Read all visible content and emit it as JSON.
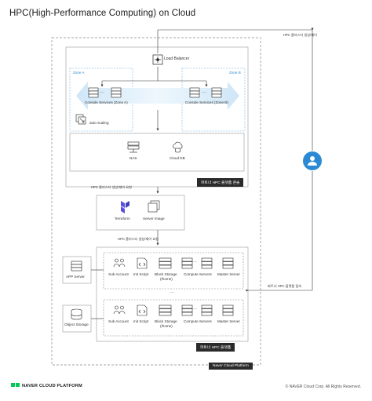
{
  "title": "HPC(High-Performance Computing) on Cloud",
  "top_right_label": "HPC 클러스터 생성/제어",
  "load_balancer": "Load Balancer",
  "zone_a": "Zone A",
  "zone_b": "Zone B",
  "console_a": "Console Services (Zone A)",
  "console_b": "Console Services (Zone B)",
  "ellipsis": "···",
  "auto_scaling": "auto scaling",
  "nas": "NAS",
  "cloud_db": "Cloud DB",
  "partner_console_tag": "파트너 HPC 플랫폼 콘솔",
  "request_label_1": "HPC 클러스터 생성/제어 요청",
  "terraform": "Terraform",
  "server_image": "Server Image",
  "request_label_2": "HPC 클러스터 생성/제어 요청",
  "app_server": "APP Server",
  "object_storage": "Object Storage",
  "access_label": "파트너 HPC 플랫폼 접속",
  "cluster_items": {
    "sub_account": "Sub Account",
    "init_script": "Init Script",
    "block_storage_1": "Block Storage",
    "block_storage_2": "(/home)",
    "compute_servers": "Compute Servers",
    "master_server": "Master Server"
  },
  "middle_ellipsis": "···",
  "partner_platform_tag": "파트너 HPC 플랫폼",
  "ncp_tag": "Naver Cloud Platform",
  "footer_logo": "NAVER CLOUD PLATFORM",
  "footer_copy": "© NAVER Cloud Corp. All Rights Reserved.",
  "colors": {
    "accent": "#2b8ad3",
    "zone_fill": "#e3f1fb",
    "dark_tag": "#2a2a2a",
    "logo_green": "#03c75a"
  },
  "icons": [
    "load-balancer-icon",
    "server-icon",
    "auto-scaling-icon",
    "nas-icon",
    "cloud-db-icon",
    "terraform-icon",
    "server-image-icon",
    "app-server-icon",
    "object-storage-icon",
    "sub-account-icon",
    "init-script-icon",
    "block-storage-icon",
    "compute-server-icon",
    "master-server-icon",
    "user-icon"
  ]
}
